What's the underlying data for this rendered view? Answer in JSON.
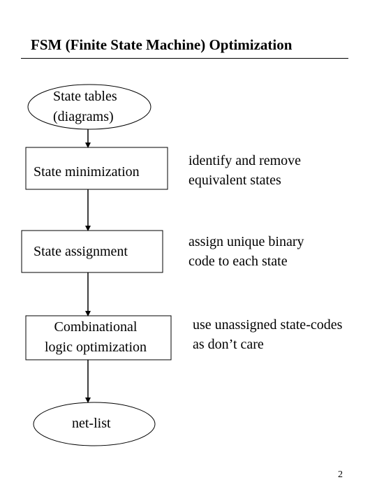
{
  "title": "FSM (Finite State Machine) Optimization",
  "nodes": [
    {
      "id": "state-tables",
      "shape": "ellipse",
      "lines": [
        "State tables",
        "(diagrams)"
      ]
    },
    {
      "id": "state-minimization",
      "shape": "box",
      "lines": [
        "State minimization"
      ]
    },
    {
      "id": "state-assignment",
      "shape": "box",
      "lines": [
        "State assignment"
      ]
    },
    {
      "id": "logic-optimization",
      "shape": "box",
      "lines": [
        "Combinational",
        "logic optimization"
      ]
    },
    {
      "id": "net-list",
      "shape": "ellipse",
      "lines": [
        "net-list"
      ]
    }
  ],
  "notes": [
    {
      "for": "state-minimization",
      "lines": [
        "identify and remove",
        "equivalent states"
      ]
    },
    {
      "for": "state-assignment",
      "lines": [
        "assign unique binary",
        "code to each state"
      ]
    },
    {
      "for": "logic-optimization",
      "lines": [
        "use unassigned state-codes",
        "as don’t care"
      ]
    }
  ],
  "page_number": "2"
}
